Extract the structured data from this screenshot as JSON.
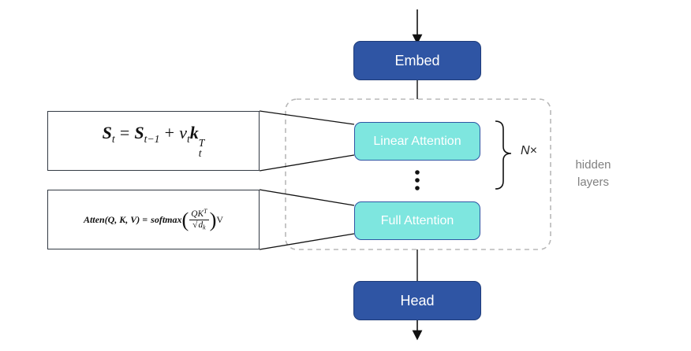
{
  "blocks": {
    "embed": "Embed",
    "linear_attention": "Linear Attention",
    "full_attention": "Full Attention",
    "head": "Head"
  },
  "repeat_label": "N×",
  "hidden_layers": {
    "line1": "hidden",
    "line2": "layers"
  },
  "formulas": {
    "linear": {
      "S": "S",
      "t": "t",
      "eq": "=",
      "t_minus_1": "t−1",
      "plus": "+",
      "v": "v",
      "k": "k",
      "T": "T"
    },
    "full": {
      "lhs": "Atten(Q, K, V) =",
      "func": "softmax",
      "num": "QK",
      "num_sup": "T",
      "den_d": "d",
      "den_sub": "k",
      "tail": "V"
    }
  },
  "colors": {
    "dark_block": "#2f55a4",
    "light_block": "#7ee6df",
    "dashed_border": "#b8b8b8",
    "hidden_text": "#808080"
  }
}
